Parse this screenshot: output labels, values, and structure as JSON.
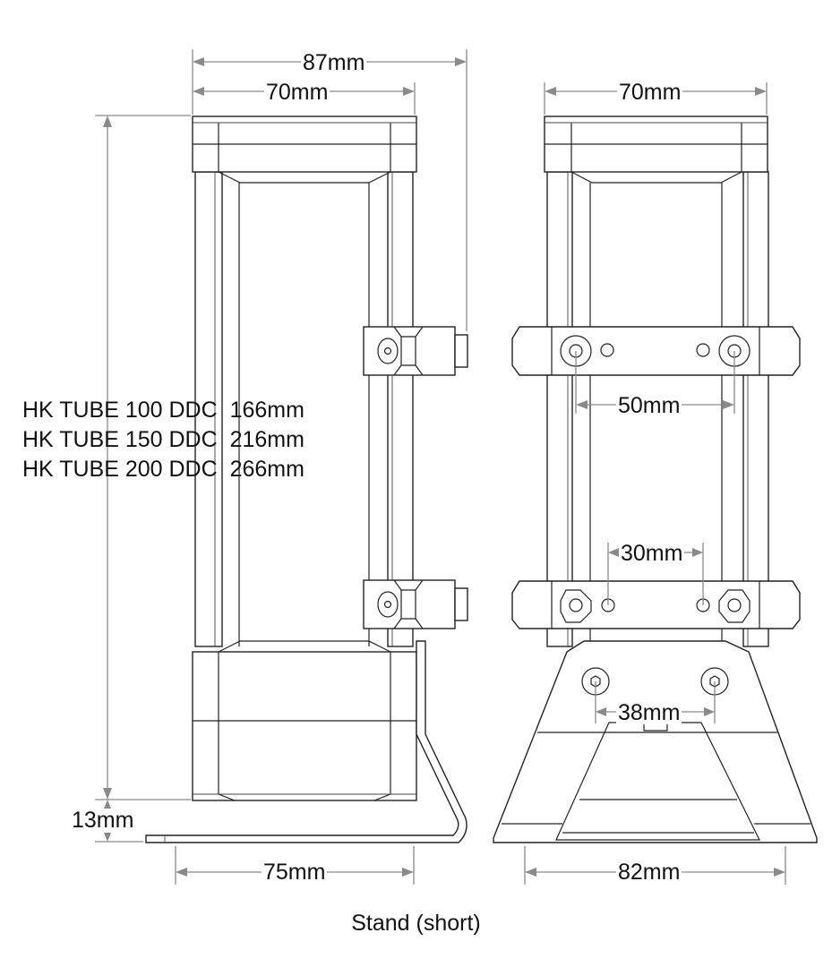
{
  "title": "Stand (short)",
  "views": {
    "side": {
      "dimensions": {
        "overall_depth": "87mm",
        "top_width": "70mm",
        "foot_length": "75mm",
        "foot_offset": "13mm"
      },
      "height_table": [
        {
          "model": "HK TUBE 100 DDC",
          "height": "166mm"
        },
        {
          "model": "HK TUBE 150 DDC",
          "height": "216mm"
        },
        {
          "model": "HK TUBE 200 DDC",
          "height": "266mm"
        }
      ]
    },
    "front": {
      "dimensions": {
        "top_width": "70mm",
        "upper_clamp_hole_spacing": "50mm",
        "lower_clamp_hole_spacing": "30mm",
        "base_screw_spacing": "38mm",
        "base_width": "82mm"
      }
    }
  },
  "colors": {
    "line": "#222222",
    "dimension_line": "#8a8a8a",
    "background": "#ffffff"
  }
}
